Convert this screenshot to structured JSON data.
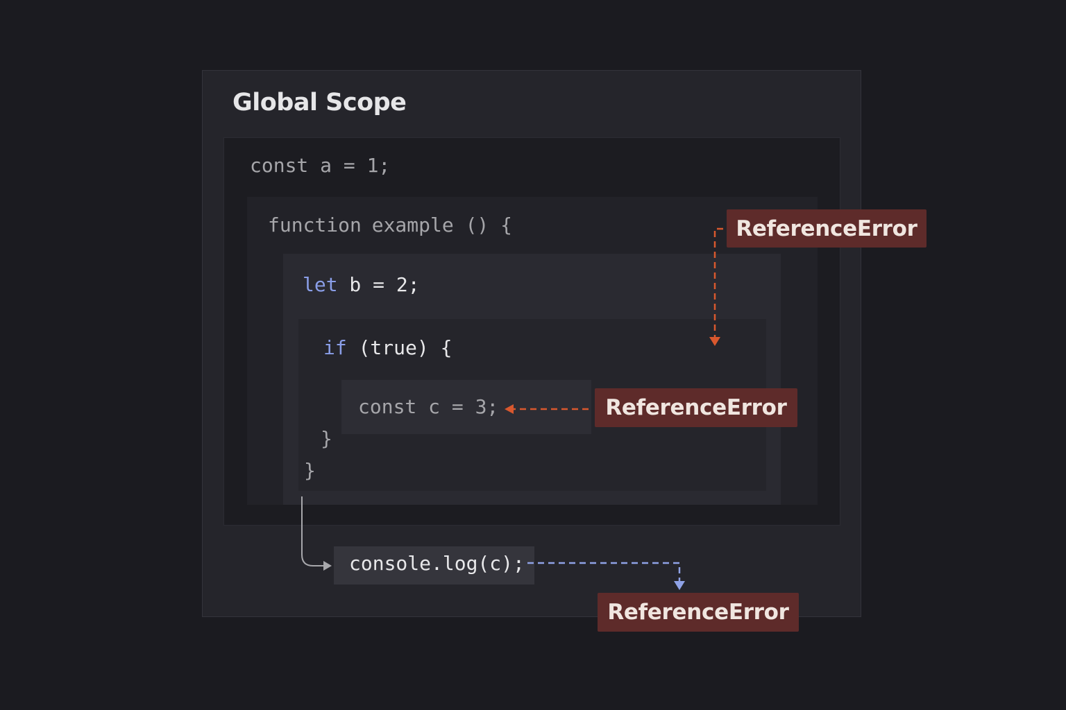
{
  "title": "Global Scope",
  "code": {
    "global_decl": "const a = 1;",
    "function_keyword": "function",
    "function_sig": "example () {",
    "let_keyword": "let",
    "let_rest": " b = 2;",
    "if_keyword": "if",
    "if_rest": " (true) {",
    "const_c": "const c = 3;",
    "close_if": "}",
    "close_function": "}",
    "console_call": "console.log(c);"
  },
  "errors": {
    "function_scope_error": "ReferenceError",
    "block_scope_error": "ReferenceError",
    "global_access_error": "ReferenceError"
  },
  "colors": {
    "background": "#1b1b20",
    "panel": "#25252b",
    "keyword": "#8a9ee8",
    "error_badge": "#5e2b2a",
    "error_arrow": "#d9582e",
    "access_arrow": "#8fa2e6",
    "flow_arrow": "#a8a8ac"
  }
}
